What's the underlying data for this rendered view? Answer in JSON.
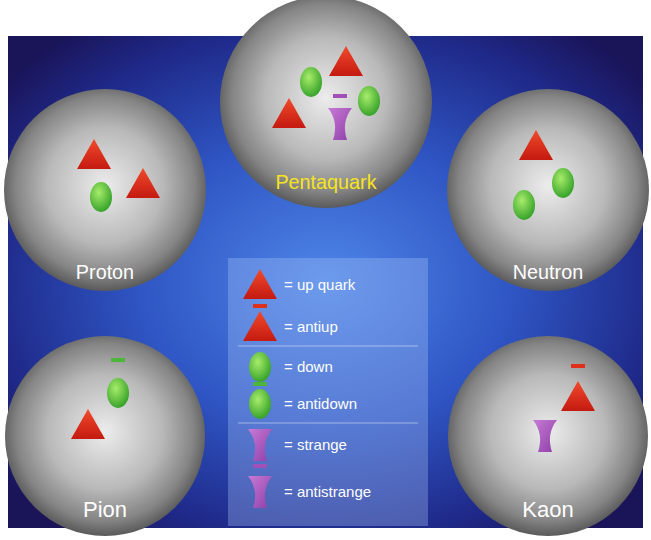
{
  "diagram": {
    "nodes": [
      {
        "text": [
          "Pentaquark"
        ]
      },
      {
        "text": [
          "Proton"
        ]
      },
      {
        "text": [
          "Neutron"
        ]
      },
      {
        "text": [
          "Pion"
        ]
      },
      {
        "text": [
          "Kaon"
        ]
      }
    ],
    "legend": [
      {
        "text": "= up quark"
      },
      {
        "text": "= antiup"
      },
      {
        "text": "= down"
      },
      {
        "text": "= antidown"
      },
      {
        "text": "= strange"
      },
      {
        "text": "= antistrange"
      }
    ]
  }
}
